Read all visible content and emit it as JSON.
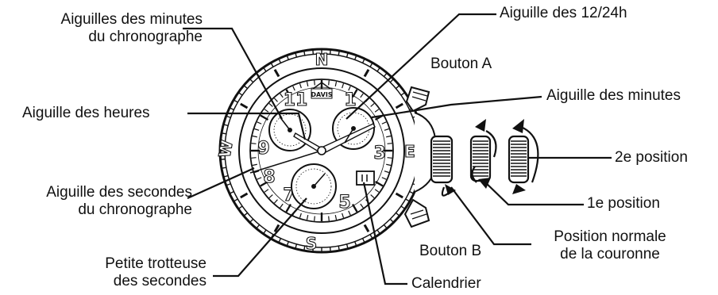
{
  "labels": {
    "chrono_minutes": [
      "Aiguilles des minutes",
      "du chronographe"
    ],
    "hours_12_24": "Aiguille des 12/24h",
    "button_a": "Bouton A",
    "hour_hand": "Aiguille des heures",
    "minute_hand": "Aiguille des minutes",
    "second_position": "2e position",
    "chrono_seconds": [
      "Aiguille des secondes",
      "du chronographe"
    ],
    "first_position": "1e position",
    "crown_normal": [
      "Position normale",
      "de la couronne"
    ],
    "button_b": "Bouton B",
    "small_seconds": [
      "Petite trotteuse",
      "des secondes"
    ],
    "calendar": "Calendrier"
  },
  "dial": {
    "numerals": [
      "11",
      "1",
      "3",
      "5",
      "7",
      "8",
      "9"
    ],
    "bezel_letters": [
      "N",
      "E",
      "S",
      "W"
    ],
    "logo": "DAVIS"
  }
}
